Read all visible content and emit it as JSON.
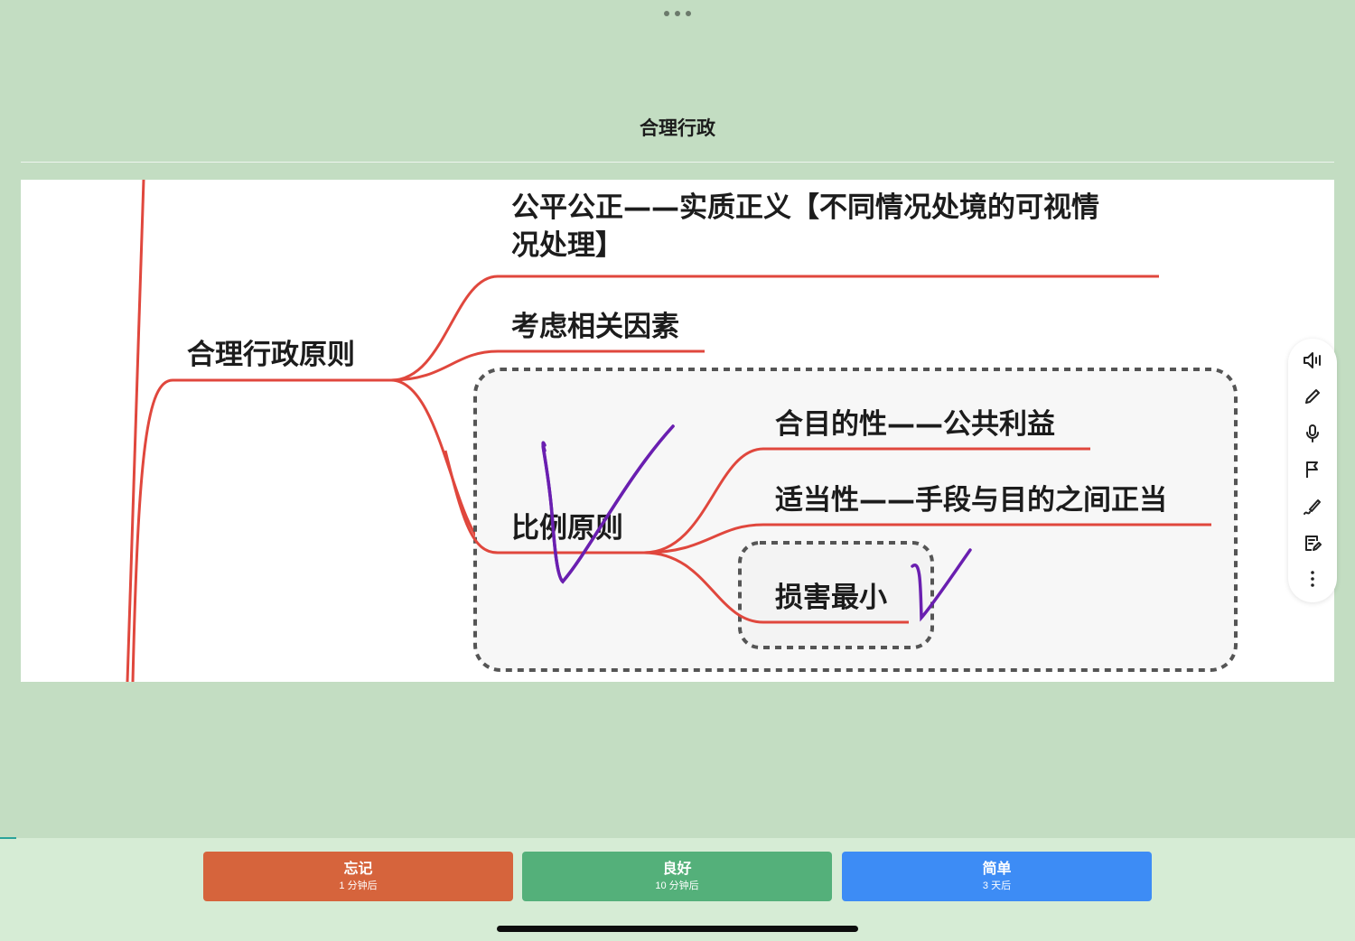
{
  "card": {
    "title": "合理行政"
  },
  "mindmap": {
    "root": "合理行政原则",
    "branch_fairness": {
      "line1": "公平公正——实质正义【不同情况处境的可视情",
      "line2": "况处理】"
    },
    "branch_relevant": "考虑相关因素",
    "branch_proportion": "比例原则",
    "sub_purpose": "合目的性——公共利益",
    "sub_appropriate": "适当性——手段与目的之间正当",
    "sub_minimal": "损害最小"
  },
  "colors": {
    "background": "#c3ddc2",
    "branch_line": "#e0473d",
    "annotation": "#6a1fb0",
    "forget": "#d6643c",
    "good": "#54b07a",
    "easy": "#3d8cf5"
  },
  "toolbar": {
    "icons": [
      "speaker-icon",
      "pencil-icon",
      "microphone-icon",
      "flag-icon",
      "pen-scribble-icon",
      "edit-note-icon",
      "more-vertical-icon"
    ]
  },
  "answers": {
    "forget": {
      "label": "忘记",
      "interval": "1 分钟后"
    },
    "good": {
      "label": "良好",
      "interval": "10 分钟后"
    },
    "easy": {
      "label": "简单",
      "interval": "3 天后"
    }
  }
}
